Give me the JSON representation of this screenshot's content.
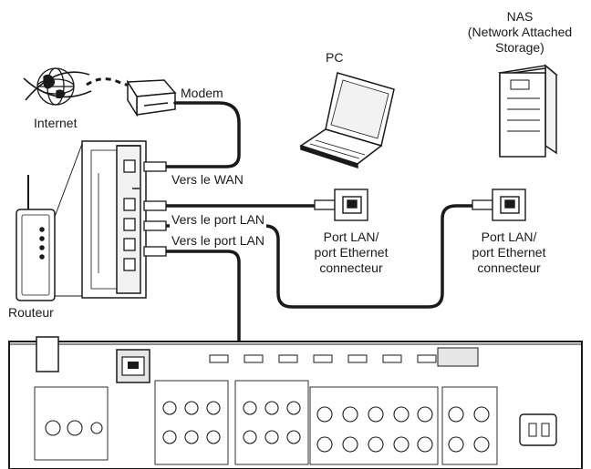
{
  "labels": {
    "internet": "Internet",
    "modem": "Modem",
    "pc": "PC",
    "nas_line1": "NAS",
    "nas_line2": "(Network Attached",
    "nas_line3": "Storage)",
    "vers_wan": "Vers le WAN",
    "vers_lan_1": "Vers le port LAN",
    "vers_lan_2": "Vers le port LAN",
    "routeur": "Routeur",
    "pc_port_line1": "Port LAN/",
    "pc_port_line2": "port Ethernet",
    "pc_port_line3": "connecteur",
    "nas_port_line1": "Port LAN/",
    "nas_port_line2": "port Ethernet",
    "nas_port_line3": "connecteur"
  },
  "colors": {
    "line": "#1a1a1a",
    "cable": "#1a1a1a",
    "panel_fill": "#f2f2f2",
    "device_fill": "#ffffff"
  },
  "icons": [
    "globe-icon",
    "modem-icon",
    "laptop-icon",
    "nas-tower-icon",
    "router-icon",
    "switch-panel-icon",
    "ethernet-plug-icon",
    "lan-port-icon",
    "receiver-back-panel-icon"
  ]
}
